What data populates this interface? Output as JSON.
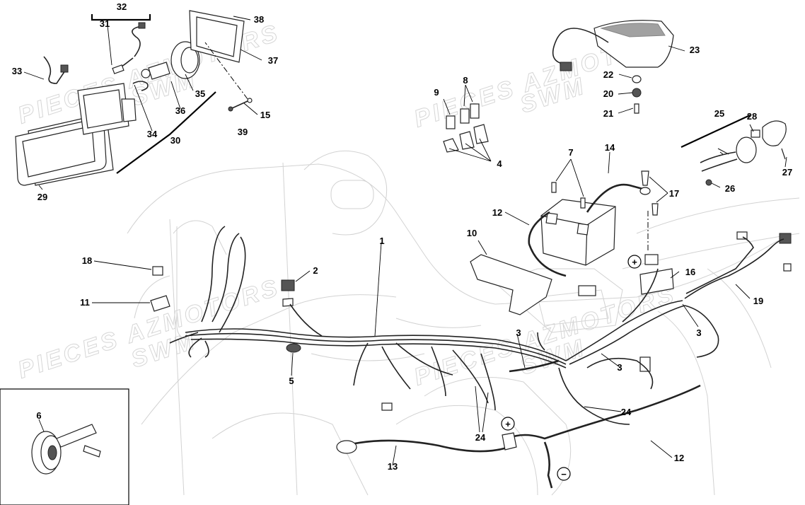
{
  "watermark": [
    "PIECES AZMOTORS",
    "SWM"
  ],
  "polarity": {
    "plus": "+",
    "minus": "−"
  },
  "callouts": {
    "c1": "1",
    "c2": "2",
    "c3a": "3",
    "c3b": "3",
    "c3c": "3",
    "c4": "4",
    "c5": "5",
    "c6": "6",
    "c7": "7",
    "c8": "8",
    "c9": "9",
    "c10": "10",
    "c11": "11",
    "c12a": "12",
    "c12b": "12",
    "c13": "13",
    "c14": "14",
    "c15": "15",
    "c16": "16",
    "c17": "17",
    "c18": "18",
    "c19": "19",
    "c20": "20",
    "c21": "21",
    "c22": "22",
    "c23": "23",
    "c24a": "24",
    "c24b": "24",
    "c25": "25",
    "c26": "26",
    "c27": "27",
    "c28": "28",
    "c29": "29",
    "c30": "30",
    "c31": "31",
    "c32": "32",
    "c33": "33",
    "c34": "34",
    "c35": "35",
    "c36": "36",
    "c37": "37",
    "c38": "38",
    "c39": "39"
  }
}
